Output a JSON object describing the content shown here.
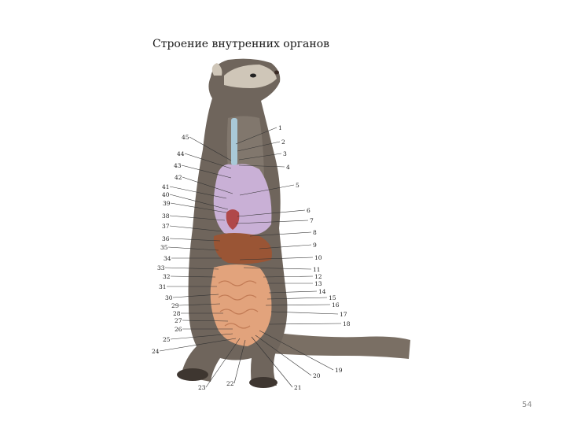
{
  "title": "Строение внутренних органов",
  "page_number": "54",
  "colors": {
    "fur": "#6f655c",
    "fur_light": "#cfc6b8",
    "lungs": "#c9b0d6",
    "heart": "#b0484a",
    "trachea": "#a9c9d8",
    "liver": "#9a5535",
    "stomach": "#7f7f86",
    "intestine": "#e2a37c",
    "leader_line": "#333333"
  },
  "labels": [
    "1",
    "2",
    "3",
    "4",
    "5",
    "6",
    "7",
    "8",
    "9",
    "10",
    "11",
    "12",
    "13",
    "14",
    "15",
    "16",
    "17",
    "18",
    "19",
    "20",
    "21",
    "22",
    "23",
    "24",
    "25",
    "26",
    "27",
    "28",
    "29",
    "30",
    "31",
    "32",
    "33",
    "34",
    "35",
    "36",
    "37",
    "38",
    "39",
    "40",
    "41",
    "42",
    "43",
    "44",
    "45"
  ]
}
